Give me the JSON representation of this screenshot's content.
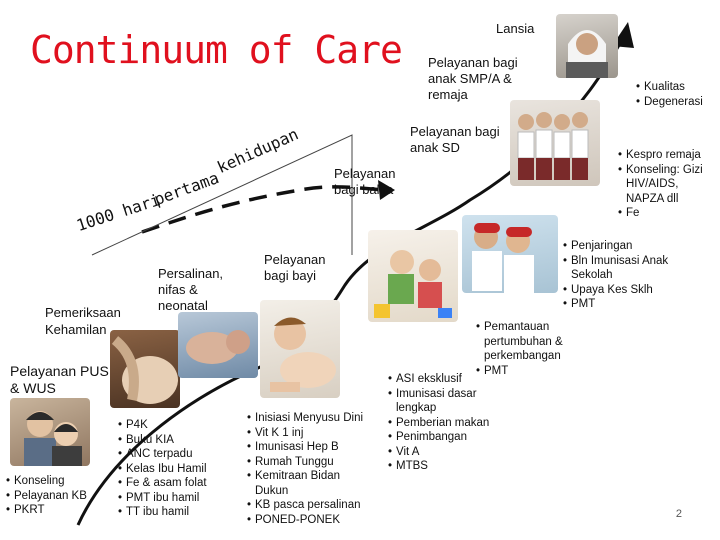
{
  "title": "Continuum of Care",
  "arc_label": {
    "day_part": "1000 hari",
    "pertama_part": "pertama",
    "kehidupan_part": "kehidupan"
  },
  "stages": {
    "pemeriksaan": "Pemeriksaan Kehamilan",
    "persalinan": "Persalinan, nifas & neonatal",
    "bayi": "Pelayanan bagi bayi",
    "balita": "Pelayanan bagi  balita",
    "sd": "Pelayanan bagi  anak SD",
    "smp": "Pelayanan bagi anak SMP/A & remaja",
    "lansia": "Lansia",
    "pus_wus": "Pelayanan PUS & WUS"
  },
  "lists": {
    "pus_wus": [
      "Konseling",
      "Pelayanan KB",
      "PKRT"
    ],
    "kehamilan": [
      "P4K",
      "Buku KIA",
      "ANC terpadu",
      "Kelas Ibu Hamil",
      "Fe & asam folat",
      "PMT ibu hamil",
      "TT ibu hamil"
    ],
    "persalinan": [
      "Inisiasi Menyusu Dini",
      "Vit K 1 inj",
      "Imunisasi Hep B",
      "Rumah Tunggu",
      "Kemitraan Bidan Dukun",
      "KB pasca persalinan",
      "PONED-PONEK"
    ],
    "bayi": [
      "ASI eksklusif",
      "Imunisasi dasar lengkap",
      "Pemberian makan",
      "Penimbangan",
      "Vit A",
      "MTBS"
    ],
    "balita": [
      "Pemantauan pertumbuhan & perkembangan",
      "PMT"
    ],
    "sd": [
      "Penjaringan",
      "Bln Imunisasi Anak Sekolah",
      "Upaya Kes Sklh",
      "PMT"
    ],
    "remaja": [
      "Kespro remaja",
      "Konseling: Gizi HIV/AIDS, NAPZA dll",
      "Fe"
    ],
    "lansia": [
      "Kualitas",
      "Degenerasi"
    ]
  },
  "page_number": "2",
  "colors": {
    "title": "#e0101e",
    "path": "#111111",
    "bracket": "#222222"
  },
  "photos": [
    "couple-portrait",
    "pregnant-belly",
    "newborn",
    "crawling-baby",
    "toddlers-playing",
    "school-children",
    "teen-students",
    "elderly-woman"
  ]
}
